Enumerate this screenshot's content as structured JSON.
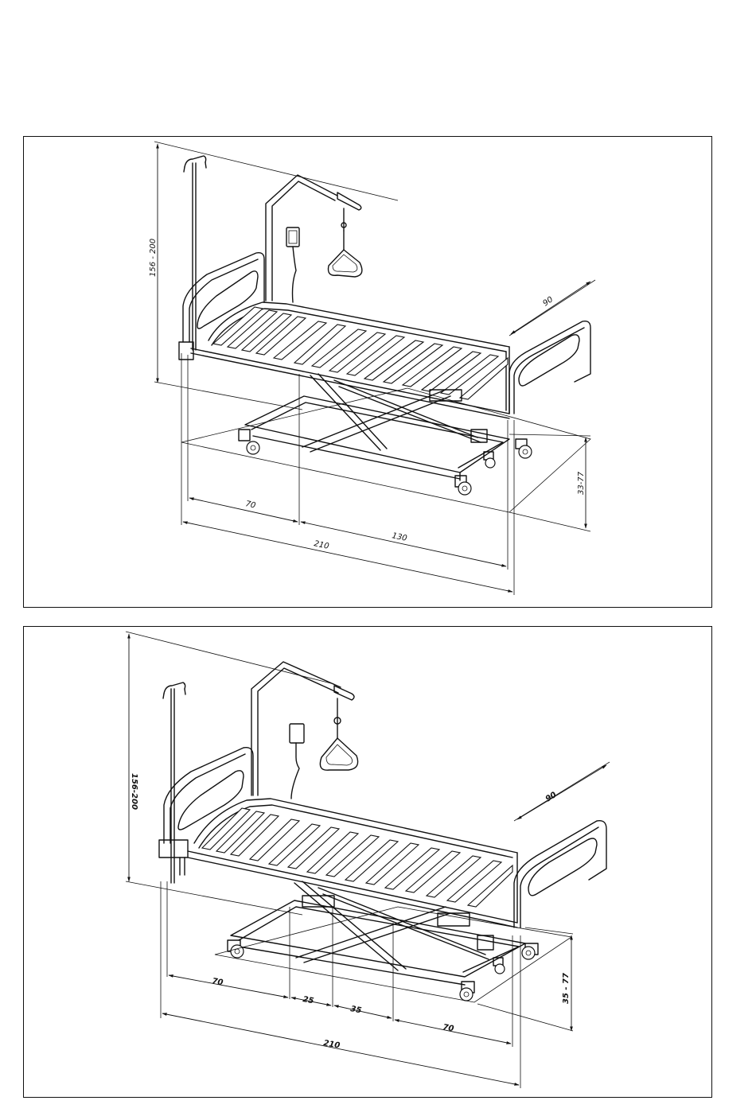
{
  "figures": [
    {
      "name": "bed-diagram-top",
      "dimensions": {
        "height": "156 - 200",
        "width": "90",
        "seg_left": "70",
        "seg_right": "130",
        "length": "210",
        "bed_height": "33-77"
      }
    },
    {
      "name": "bed-diagram-bottom",
      "dimensions": {
        "height": "156-200",
        "width": "90",
        "seg_1": "70",
        "seg_2": "25",
        "seg_3": "35",
        "seg_4": "70",
        "length": "210",
        "bed_height": "35 - 77"
      }
    }
  ]
}
